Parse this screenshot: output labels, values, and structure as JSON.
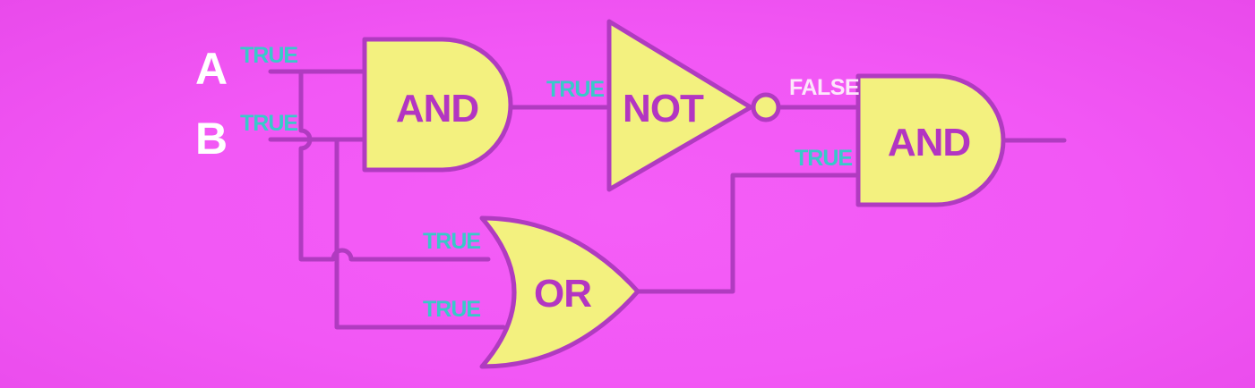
{
  "inputs": {
    "a": "A",
    "b": "B"
  },
  "gates": {
    "and1": "AND",
    "not1": "NOT",
    "and2": "AND",
    "or1": "OR"
  },
  "values": {
    "a_in": "TRUE",
    "b_in": "TRUE",
    "and1_out": "TRUE",
    "not1_out": "FALSE",
    "or1_out": "TRUE",
    "or1_in_top": "TRUE",
    "or1_in_bottom": "TRUE"
  },
  "colors": {
    "background": "#f257f5",
    "gate_fill": "#f3f17f",
    "wire": "#b03bc0",
    "true_label": "#38c9c9",
    "false_label": "#fde6fb",
    "input_label": "#ffffff"
  }
}
